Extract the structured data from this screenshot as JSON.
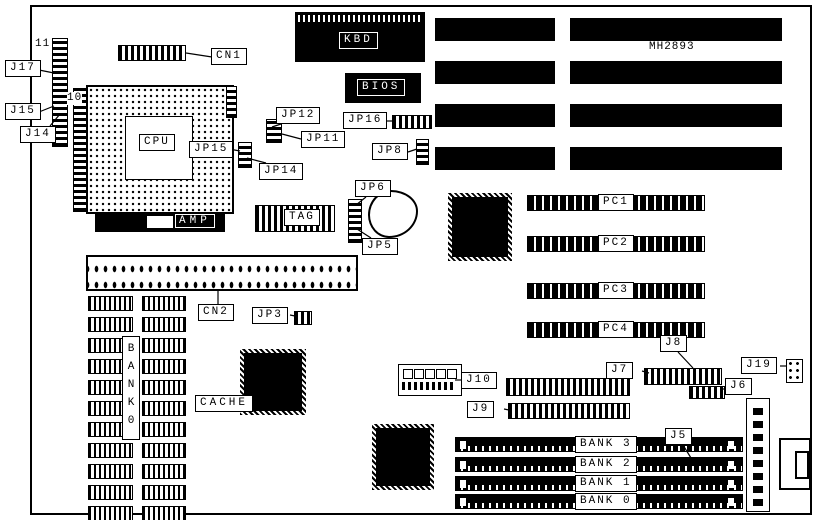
{
  "board": {
    "model": "MH2893",
    "colors": {
      "ink": "#000000",
      "paper": "#ffffff"
    },
    "pin_markers": {
      "eleven": "11",
      "ten": "10"
    },
    "labels": {
      "j17": "J17",
      "j15": "J15",
      "j14": "J14",
      "cn1": "CN1",
      "cpu": "CPU",
      "amp": "AMP",
      "kbd": "KBD",
      "bios": "BIOS",
      "jp12": "JP12",
      "jp11": "JP11",
      "jp15": "JP15",
      "jp14": "JP14",
      "jp16": "JP16",
      "jp8": "JP8",
      "jp6": "JP6",
      "jp5": "JP5",
      "tag": "TAG",
      "cn2": "CN2",
      "jp3": "JP3",
      "bank0_vertical": "BANK0",
      "cache": "CACHE",
      "j10": "J10",
      "j9": "J9",
      "j7": "J7",
      "j8": "J8",
      "j19": "J19",
      "j6": "J6",
      "j5": "J5",
      "pc1": "PC1",
      "pc2": "PC2",
      "pc3": "PC3",
      "pc4": "PC4",
      "bank3": "BANK 3",
      "bank2": "BANK 2",
      "bank1": "BANK 1",
      "bank0": "BANK 0"
    }
  }
}
